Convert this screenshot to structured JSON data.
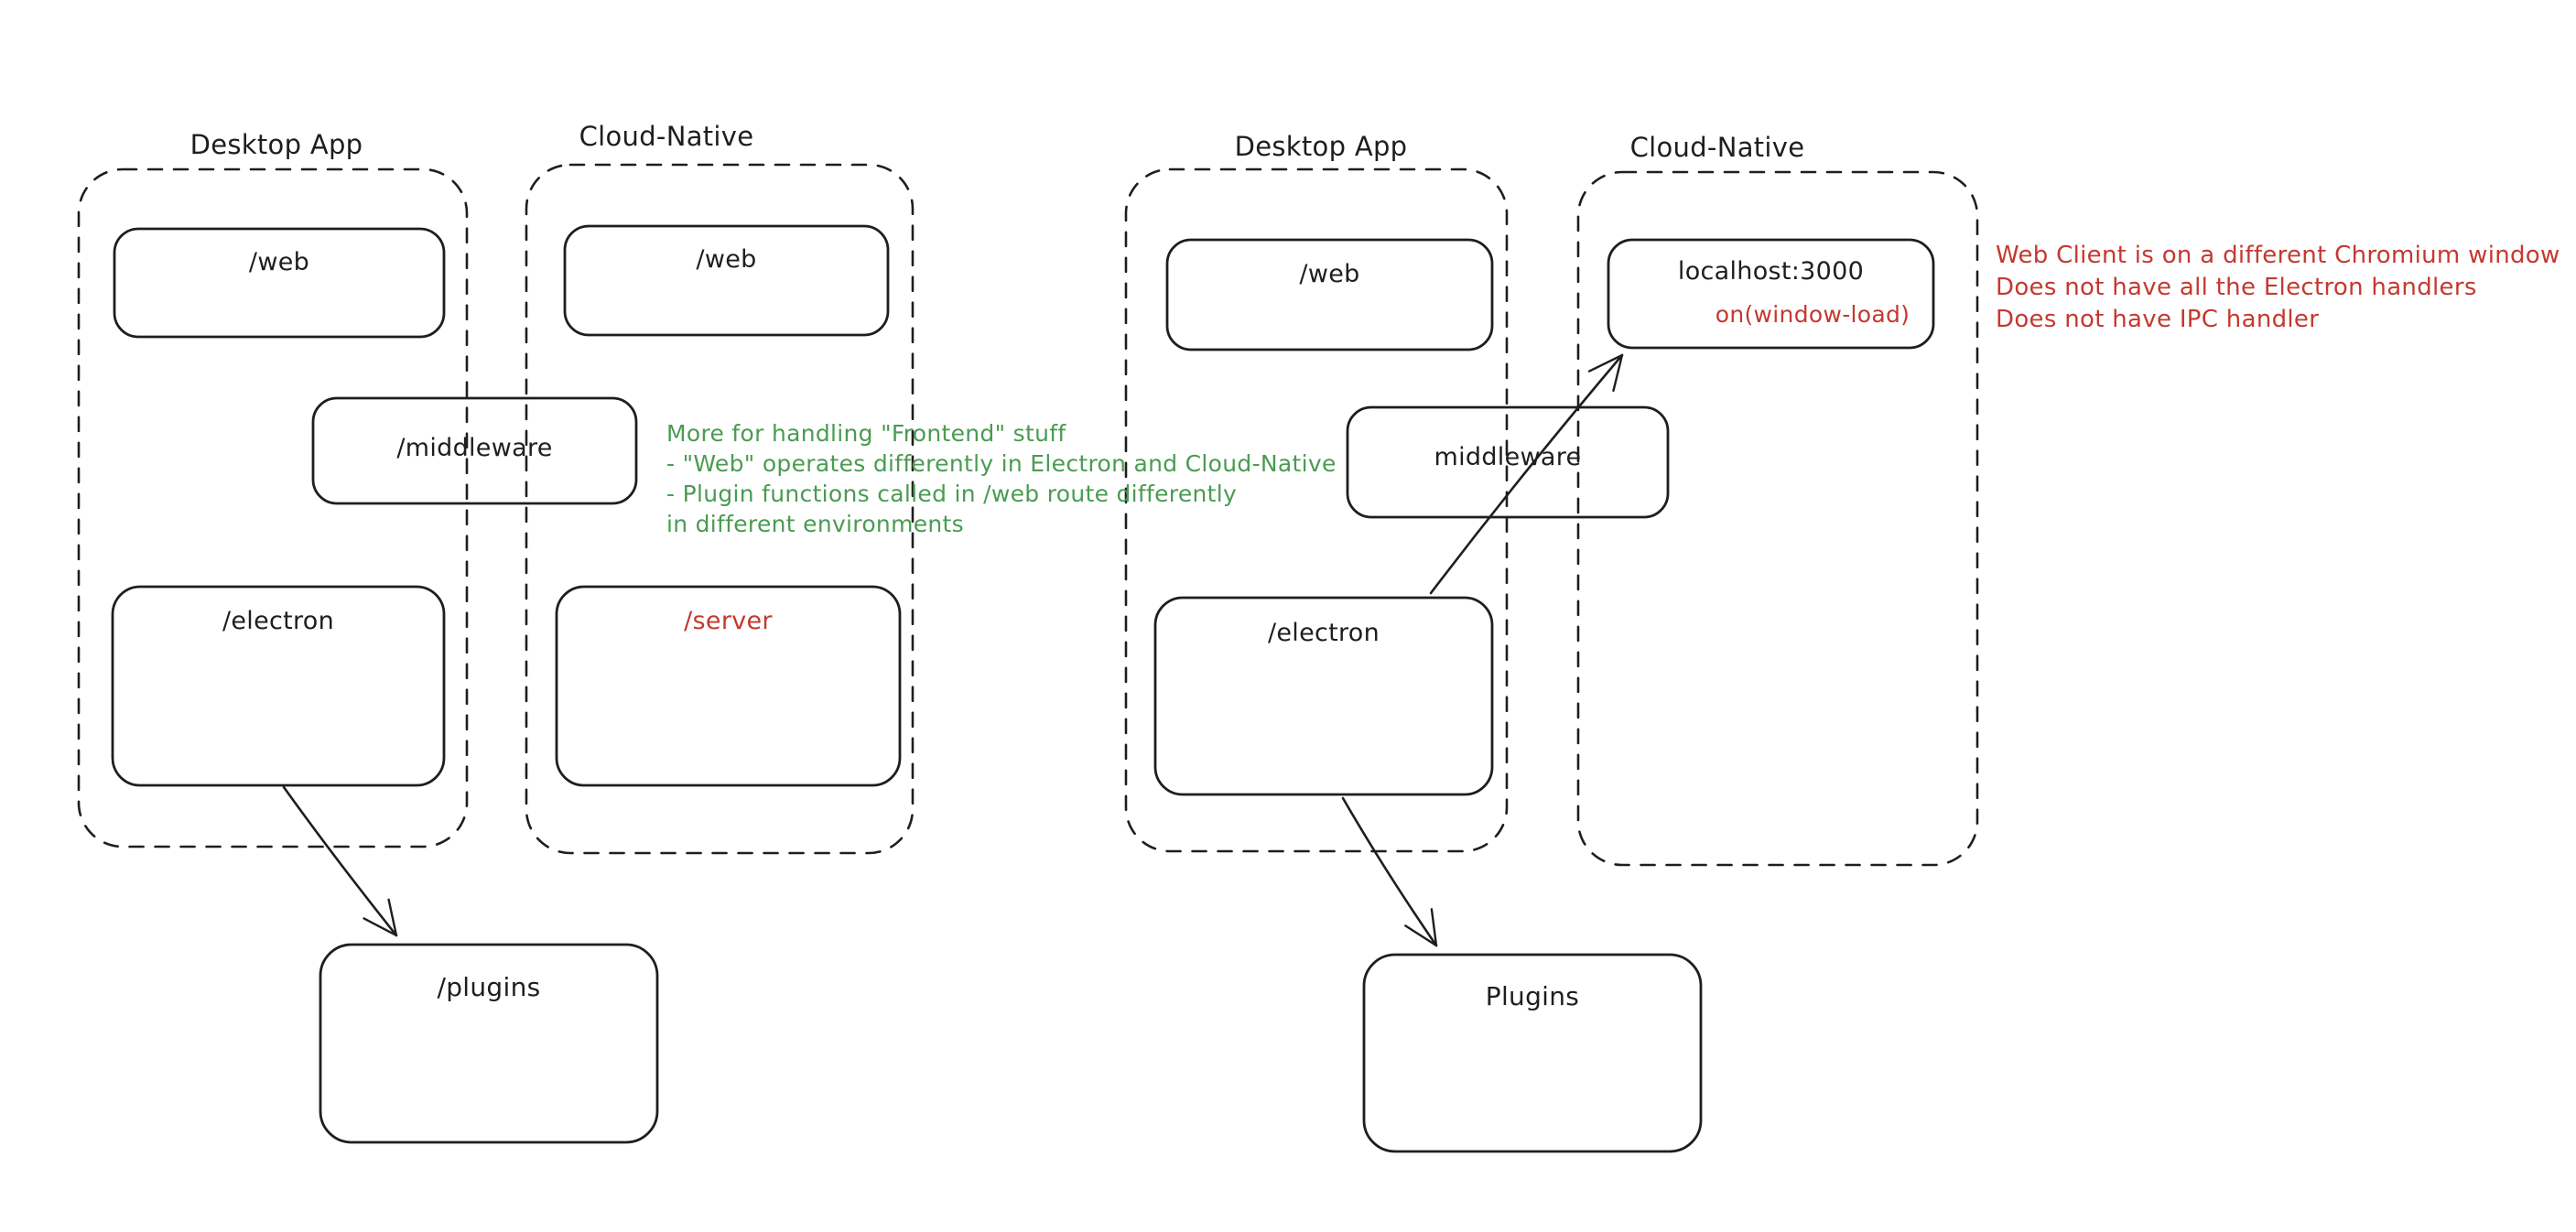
{
  "colors": {
    "stroke": "#1e1e1e",
    "red": "#c4392f",
    "green": "#4a9b52",
    "background": "#ffffff"
  },
  "left_diagram": {
    "desktop_label": "Desktop App",
    "cloud_label": "Cloud-Native",
    "web_desktop_box": "/web",
    "web_cloud_box": "/web",
    "middleware_box": "/middleware",
    "electron_box": "/electron",
    "server_box": "/server",
    "plugins_box": "/plugins",
    "note_lines": [
      "More for handling \"Frontend\" stuff",
      "- \"Web\" operates differently in Electron and Cloud-Native",
      "- Plugin functions called in /web route differently",
      "in different environments"
    ]
  },
  "right_diagram": {
    "desktop_label": "Desktop App",
    "cloud_label": "Cloud-Native",
    "web_box": "/web",
    "localhost_box": "localhost:3000",
    "window_load_label": "on(window-load)",
    "middleware_box": "middleware",
    "electron_box": "/electron",
    "plugins_box": "Plugins",
    "note_lines": [
      "Web Client is on a different Chromium window",
      "Does not have all the Electron handlers",
      "Does not have IPC handler"
    ]
  }
}
